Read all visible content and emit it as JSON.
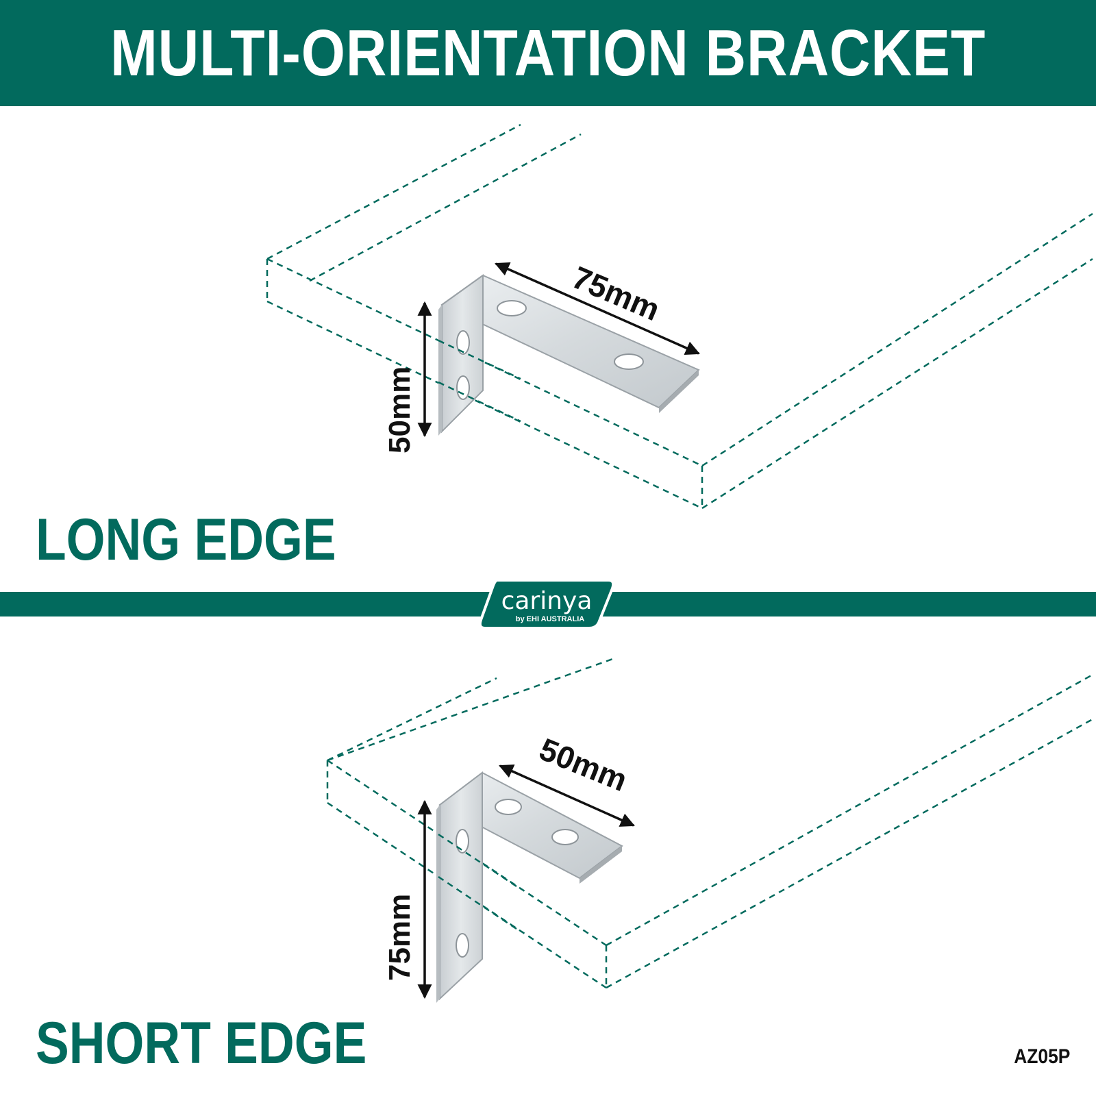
{
  "header": {
    "title": "MULTI-ORIENTATION BRACKET"
  },
  "long_edge": {
    "label": "LONG EDGE",
    "horizontal_dimension": "75mm",
    "vertical_dimension": "50mm"
  },
  "short_edge": {
    "label": "SHORT EDGE",
    "horizontal_dimension": "50mm",
    "vertical_dimension": "75mm"
  },
  "brand": {
    "name": "carinya",
    "tagline": "by EHI AUSTRALIA"
  },
  "product_code": "AZ05P",
  "colors": {
    "brand_green": "#026a5d",
    "bracket_silver": "#d9dde0",
    "dimension_arrows": "#111111"
  }
}
